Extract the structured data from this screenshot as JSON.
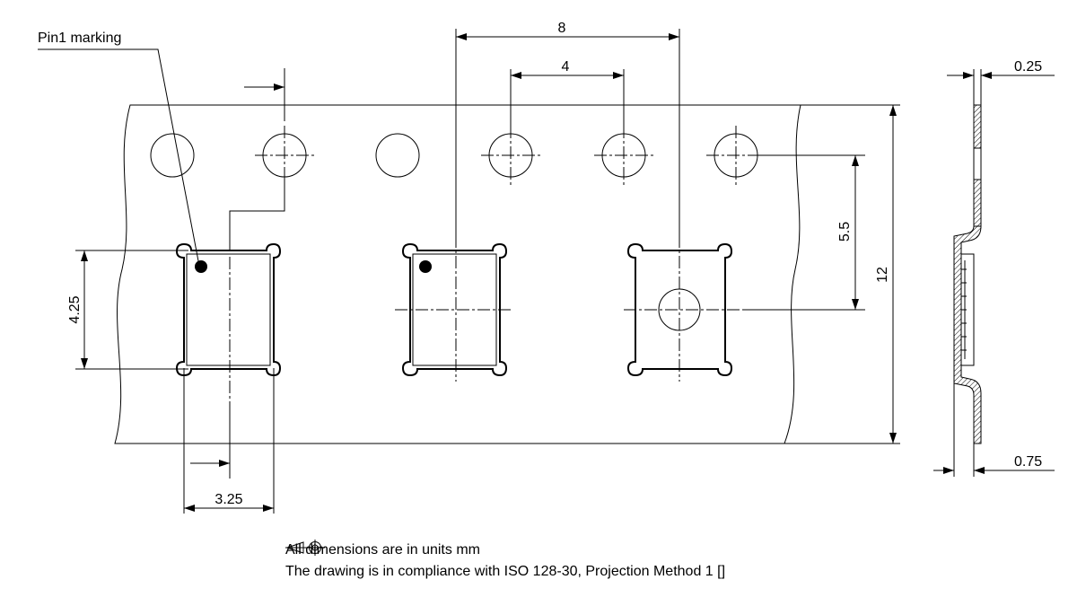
{
  "labels": {
    "pin1": "Pin1 marking",
    "pitch_8": "8",
    "pitch_4": "4",
    "dim_5_5": "5.5",
    "dim_12": "12",
    "dim_4_25": "4.25",
    "dim_3_25": "3.25",
    "dim_0_25": "0.25",
    "dim_0_75": "0.75"
  },
  "notes": {
    "line1": "All dimensions are in units mm",
    "line2_prefix": "The drawing is in compliance with ISO 128-30, Projection Method 1 [",
    "line2_suffix": "]"
  },
  "icons": {
    "projection": "first-angle-projection-symbol"
  }
}
